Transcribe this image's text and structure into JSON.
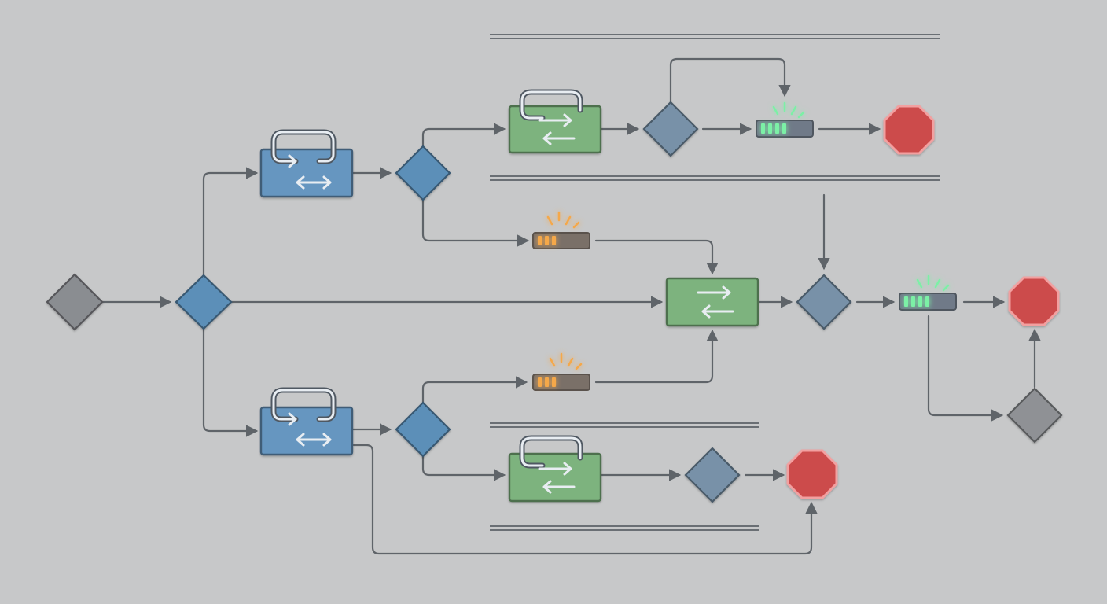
{
  "colors": {
    "background": "#c7c8c9",
    "edge": "#5f6469",
    "divider": "#6a6f74",
    "start_diamond": "#8a8d91",
    "decision_blue": "#5c8fb8",
    "decision_slate": "#7891a8",
    "decision_gray": "#8f9195",
    "loop_box_blue": "#6696c0",
    "swap_box_green": "#7db37e",
    "stop_red": "#cc4b4b",
    "indicator_green": "#7cf0a6",
    "indicator_orange": "#f5a84a",
    "glyph_light": "#e8edf2"
  },
  "nodes": [
    {
      "id": "start",
      "kind": "diamond",
      "icon": "diamond-shape",
      "tone": "start_diamond"
    },
    {
      "id": "split-main",
      "kind": "diamond",
      "icon": "diamond-shape",
      "tone": "decision_blue"
    },
    {
      "id": "loop-top",
      "kind": "process",
      "icon": "loop-bidirectional-icon",
      "tone": "loop_box_blue"
    },
    {
      "id": "decision-top",
      "kind": "diamond",
      "icon": "diamond-shape",
      "tone": "decision_blue"
    },
    {
      "id": "swap-top",
      "kind": "process",
      "icon": "loop-swap-icon",
      "tone": "swap_box_green"
    },
    {
      "id": "decision-top-right",
      "kind": "diamond",
      "icon": "diamond-shape",
      "tone": "decision_slate"
    },
    {
      "id": "status-top",
      "kind": "indicator",
      "icon": "progress-indicator-icon",
      "tone": "indicator_green"
    },
    {
      "id": "stop-top",
      "kind": "terminator",
      "icon": "stop-octagon-icon",
      "tone": "stop_red"
    },
    {
      "id": "warn-upper",
      "kind": "indicator",
      "icon": "progress-indicator-icon",
      "tone": "indicator_orange"
    },
    {
      "id": "swap-center",
      "kind": "process",
      "icon": "swap-icon",
      "tone": "swap_box_green"
    },
    {
      "id": "decision-center",
      "kind": "diamond",
      "icon": "diamond-shape",
      "tone": "decision_slate"
    },
    {
      "id": "status-center",
      "kind": "indicator",
      "icon": "progress-indicator-icon",
      "tone": "indicator_green"
    },
    {
      "id": "stop-right",
      "kind": "terminator",
      "icon": "stop-octagon-icon",
      "tone": "stop_red"
    },
    {
      "id": "decision-right-bottom",
      "kind": "diamond",
      "icon": "diamond-shape",
      "tone": "decision_gray"
    },
    {
      "id": "warn-lower",
      "kind": "indicator",
      "icon": "progress-indicator-icon",
      "tone": "indicator_orange"
    },
    {
      "id": "loop-bottom",
      "kind": "process",
      "icon": "loop-bidirectional-icon",
      "tone": "loop_box_blue"
    },
    {
      "id": "decision-bottom",
      "kind": "diamond",
      "icon": "diamond-shape",
      "tone": "decision_blue"
    },
    {
      "id": "swap-bottom",
      "kind": "process",
      "icon": "loop-swap-icon",
      "tone": "swap_box_green"
    },
    {
      "id": "decision-bottom-right",
      "kind": "diamond",
      "icon": "diamond-shape",
      "tone": "decision_slate"
    },
    {
      "id": "stop-bottom",
      "kind": "terminator",
      "icon": "stop-octagon-icon",
      "tone": "stop_red"
    }
  ],
  "edges": [
    {
      "from": "start",
      "to": "split-main"
    },
    {
      "from": "split-main",
      "to": "loop-top"
    },
    {
      "from": "split-main",
      "to": "swap-center"
    },
    {
      "from": "split-main",
      "to": "loop-bottom"
    },
    {
      "from": "loop-top",
      "to": "decision-top"
    },
    {
      "from": "decision-top",
      "to": "swap-top"
    },
    {
      "from": "decision-top",
      "to": "warn-upper"
    },
    {
      "from": "swap-top",
      "to": "decision-top-right"
    },
    {
      "from": "decision-top-right",
      "to": "status-top"
    },
    {
      "from": "decision-top-right",
      "to": "status-top"
    },
    {
      "from": "status-top",
      "to": "stop-top"
    },
    {
      "from": "warn-upper",
      "to": "swap-center"
    },
    {
      "from": "swap-center",
      "to": "decision-center"
    },
    {
      "from": "decision-center",
      "to": "status-center"
    },
    {
      "from": "status-center",
      "to": "stop-right"
    },
    {
      "from": "status-center",
      "to": "decision-right-bottom"
    },
    {
      "from": "decision-right-bottom",
      "to": "stop-right"
    },
    {
      "from": "loop-bottom",
      "to": "decision-bottom"
    },
    {
      "from": "decision-bottom",
      "to": "warn-lower"
    },
    {
      "from": "decision-bottom",
      "to": "swap-bottom"
    },
    {
      "from": "warn-lower",
      "to": "swap-center"
    },
    {
      "from": "swap-bottom",
      "to": "decision-bottom-right"
    },
    {
      "from": "decision-bottom-right",
      "to": "stop-bottom"
    },
    {
      "from": "loop-bottom",
      "to": "stop-bottom"
    }
  ],
  "dividers": [
    {
      "name": "lane-divider-top"
    },
    {
      "name": "lane-divider-upper-middle"
    },
    {
      "name": "lane-divider-lower-middle"
    },
    {
      "name": "lane-divider-bottom"
    }
  ]
}
